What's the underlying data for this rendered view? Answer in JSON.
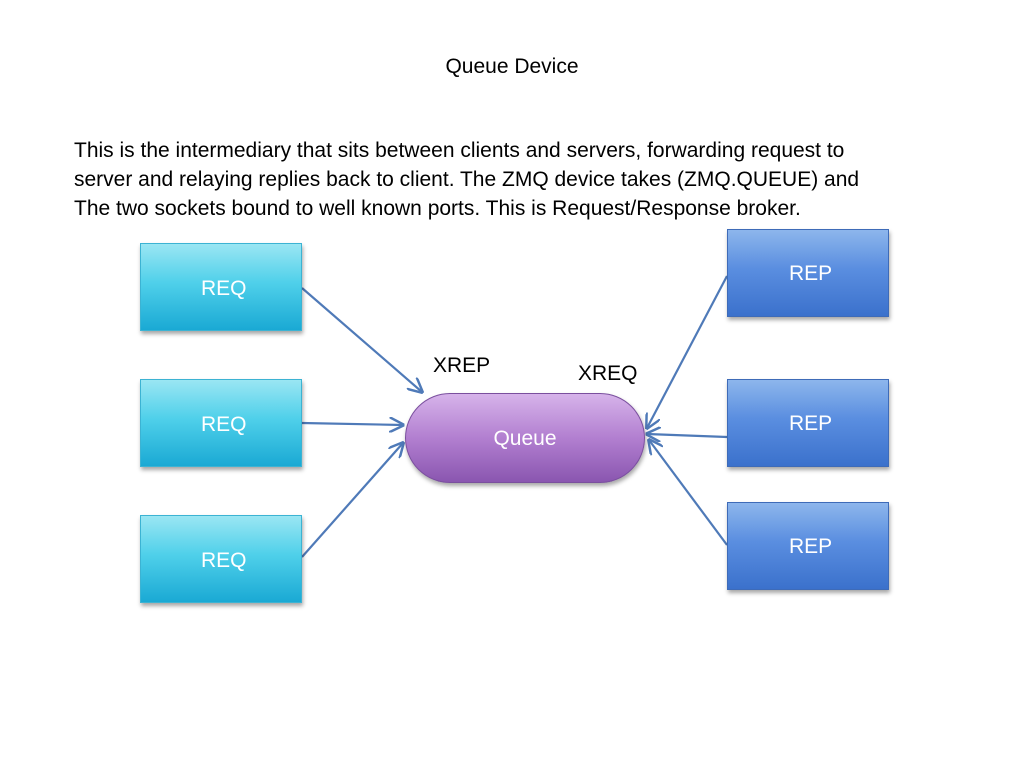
{
  "title": "Queue Device",
  "description": [
    "This is the intermediary that sits between clients and servers, forwarding request to",
    " server and relaying replies back to client. The ZMQ device takes (ZMQ.QUEUE) and",
    "The two sockets bound to well known ports. This is Request/Response broker."
  ],
  "clients": [
    {
      "label": "REQ"
    },
    {
      "label": "REQ"
    },
    {
      "label": "REQ"
    }
  ],
  "servers": [
    {
      "label": "REP"
    },
    {
      "label": "REP"
    },
    {
      "label": "REP"
    }
  ],
  "queue": {
    "label": "Queue"
  },
  "ports": {
    "front": "XREP",
    "back": "XREQ"
  },
  "colors": {
    "req_fill": "#4fd0ea",
    "rep_fill": "#5a8ee0",
    "queue_fill": "#b27fd0",
    "arrow": "#4f7ab8"
  }
}
